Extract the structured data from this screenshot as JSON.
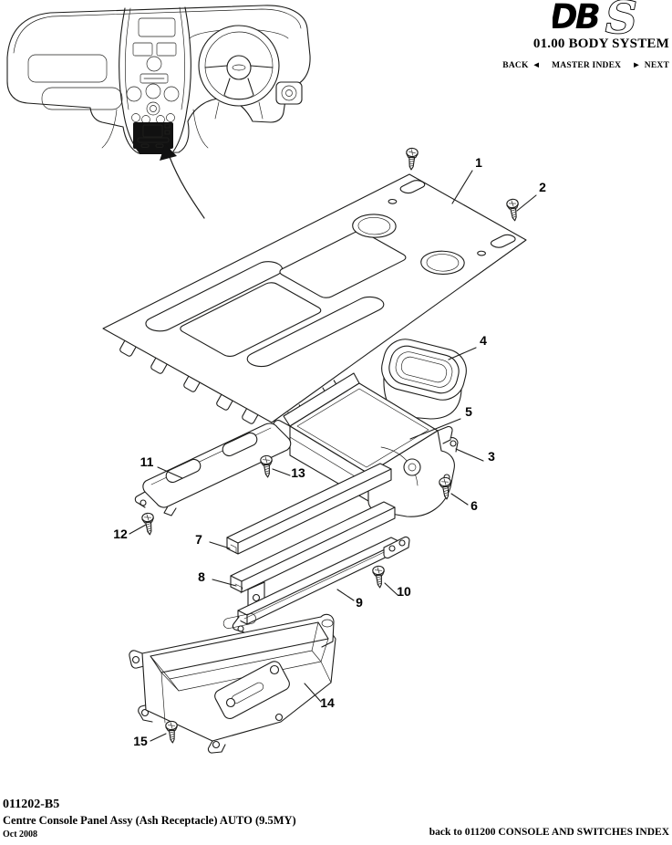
{
  "header": {
    "logo_db": "DB",
    "logo_s": "S",
    "section_title": "01.00 BODY SYSTEM",
    "nav": {
      "back": "BACK",
      "back_arrow": "◄",
      "master_index": "MASTER INDEX",
      "next_arrow": "►",
      "next": "NEXT"
    }
  },
  "diagram": {
    "callouts": [
      "1",
      "2",
      "3",
      "4",
      "5",
      "6",
      "7",
      "8",
      "9",
      "10",
      "11",
      "12",
      "13",
      "14",
      "15"
    ]
  },
  "footer": {
    "doc_number": "011202-B5",
    "doc_title": "Centre Console Panel Assy (Ash Receptacle) AUTO (9.5MY)",
    "date": "Oct 2008",
    "back_link": "back to 011200 CONSOLE AND SWITCHES INDEX"
  },
  "colors": {
    "line": "#1d1d1b",
    "background": "#ffffff"
  }
}
